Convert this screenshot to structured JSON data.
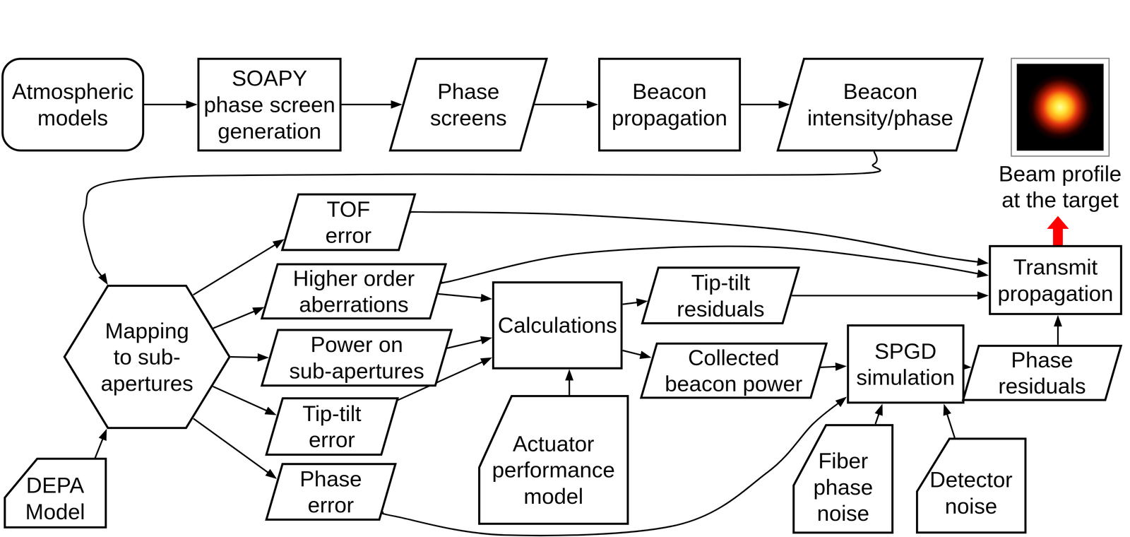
{
  "diagram": {
    "nodes": [
      {
        "text": [
          "Atmospheric models"
        ]
      },
      {
        "text": [
          "SOAPY phase screen generation"
        ]
      },
      {
        "text": [
          "Phase screens"
        ]
      },
      {
        "text": [
          "Beacon propagation"
        ]
      },
      {
        "text": [
          "Beacon intensity/phase"
        ]
      },
      {
        "text": [
          "Beam profile at the target"
        ]
      },
      {
        "text": [
          "Mapping to sub-apertures"
        ]
      },
      {
        "text": [
          "TOF error"
        ]
      },
      {
        "text": [
          "Higher order aberrations"
        ]
      },
      {
        "text": [
          "Power on sub-apertures"
        ]
      },
      {
        "text": [
          "Tip-tilt error"
        ]
      },
      {
        "text": [
          "Phase error"
        ]
      },
      {
        "text": [
          "DEPA Model"
        ]
      },
      {
        "text": [
          "Calculations"
        ]
      },
      {
        "text": [
          "Actuator performance model"
        ]
      },
      {
        "text": [
          "Tip-tilt residuals"
        ]
      },
      {
        "text": [
          "Collected beacon power"
        ]
      },
      {
        "text": [
          "SPGD simulation"
        ]
      },
      {
        "text": [
          "Phase residuals"
        ]
      },
      {
        "text": [
          "Fiber phase noise"
        ]
      },
      {
        "text": [
          "Detector noise"
        ]
      },
      {
        "text": [
          "Transmit propagation"
        ]
      }
    ],
    "edges": [
      {
        "from": 0,
        "to": 1,
        "arrow": "to"
      },
      {
        "from": 1,
        "to": 2,
        "arrow": "to"
      },
      {
        "from": 2,
        "to": 3,
        "arrow": "to"
      },
      {
        "from": 3,
        "to": 4,
        "arrow": "to"
      },
      {
        "from": 4,
        "to": 6,
        "arrow": "to"
      },
      {
        "from": 6,
        "to": 7,
        "arrow": "to"
      },
      {
        "from": 6,
        "to": 8,
        "arrow": "to"
      },
      {
        "from": 6,
        "to": 9,
        "arrow": "to"
      },
      {
        "from": 6,
        "to": 10,
        "arrow": "to"
      },
      {
        "from": 6,
        "to": 11,
        "arrow": "to"
      },
      {
        "from": 12,
        "to": 6,
        "arrow": "to"
      },
      {
        "from": 7,
        "to": 21,
        "arrow": "to"
      },
      {
        "from": 8,
        "to": 21,
        "arrow": "to"
      },
      {
        "from": 8,
        "to": 13,
        "arrow": "to"
      },
      {
        "from": 9,
        "to": 13,
        "arrow": "to"
      },
      {
        "from": 10,
        "to": 13,
        "arrow": "to"
      },
      {
        "from": 14,
        "to": 13,
        "arrow": "to"
      },
      {
        "from": 13,
        "to": 15,
        "arrow": "to"
      },
      {
        "from": 13,
        "to": 16,
        "arrow": "to"
      },
      {
        "from": 15,
        "to": 21,
        "arrow": "to"
      },
      {
        "from": 16,
        "to": 17,
        "arrow": "to"
      },
      {
        "from": 11,
        "to": 17,
        "arrow": "to"
      },
      {
        "from": 19,
        "to": 17,
        "arrow": "to"
      },
      {
        "from": 20,
        "to": 17,
        "arrow": "to"
      },
      {
        "from": 17,
        "to": 18,
        "arrow": "to"
      },
      {
        "from": 18,
        "to": 21,
        "arrow": "to"
      },
      {
        "from": 21,
        "to": 5,
        "arrow": "to"
      }
    ]
  }
}
